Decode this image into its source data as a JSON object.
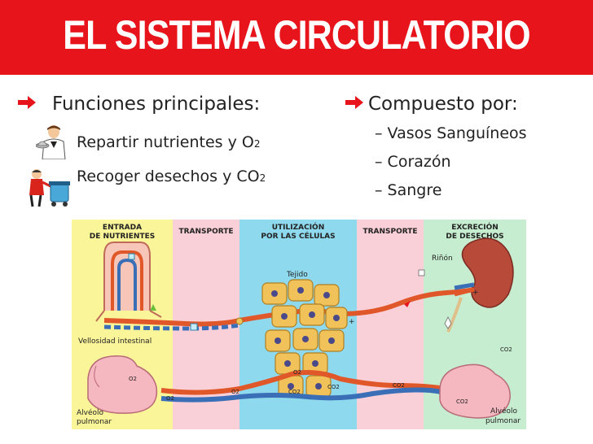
{
  "title": "EL SISTEMA CIRCULATORIO",
  "left": {
    "heading": "Funciones principales:",
    "items": [
      {
        "text": "Repartir nutrientes y O",
        "sub": "2",
        "icon": "waiter-icon"
      },
      {
        "text": "Recoger desechos y CO",
        "sub": "2",
        "icon": "garbage-collector-icon"
      }
    ]
  },
  "right": {
    "heading": "Compuesto por:",
    "items": [
      "Vasos Sanguíneos",
      "Corazón",
      "Sangre"
    ],
    "dash": "–"
  },
  "diagram": {
    "columns": [
      {
        "label1": "ENTRADA",
        "label2": "DE NUTRIENTES",
        "color": "#fbf59a"
      },
      {
        "label1": "TRANSPORTE",
        "label2": "",
        "color": "#f9d0d8"
      },
      {
        "label1": "UTILIZACIÓN",
        "label2": "POR LAS CÉLULAS",
        "color": "#8fd9ee"
      },
      {
        "label1": "TRANSPORTE",
        "label2": "",
        "color": "#f9d0d8"
      },
      {
        "label1": "EXCRECIÓN",
        "label2": "DE DESECHOS",
        "color": "#c6edd0"
      }
    ],
    "labels": {
      "villus": "Vellosidad intestinal",
      "tissue": "Tejido",
      "kidney": "Riñón",
      "alveolus_left1": "Alvéolo",
      "alveolus_left2": "pulmonar",
      "alveolus_right1": "Alvéolo",
      "alveolus_right2": "pulmonar",
      "o2_a": "O",
      "o2_sub": "2",
      "co2": "CO",
      "co2_sub": "2",
      "plus": "+"
    }
  },
  "colors": {
    "banner": "#e8141c",
    "artery": "#e0582a",
    "vein": "#3a6fb8",
    "cell": "#f2c25a"
  }
}
